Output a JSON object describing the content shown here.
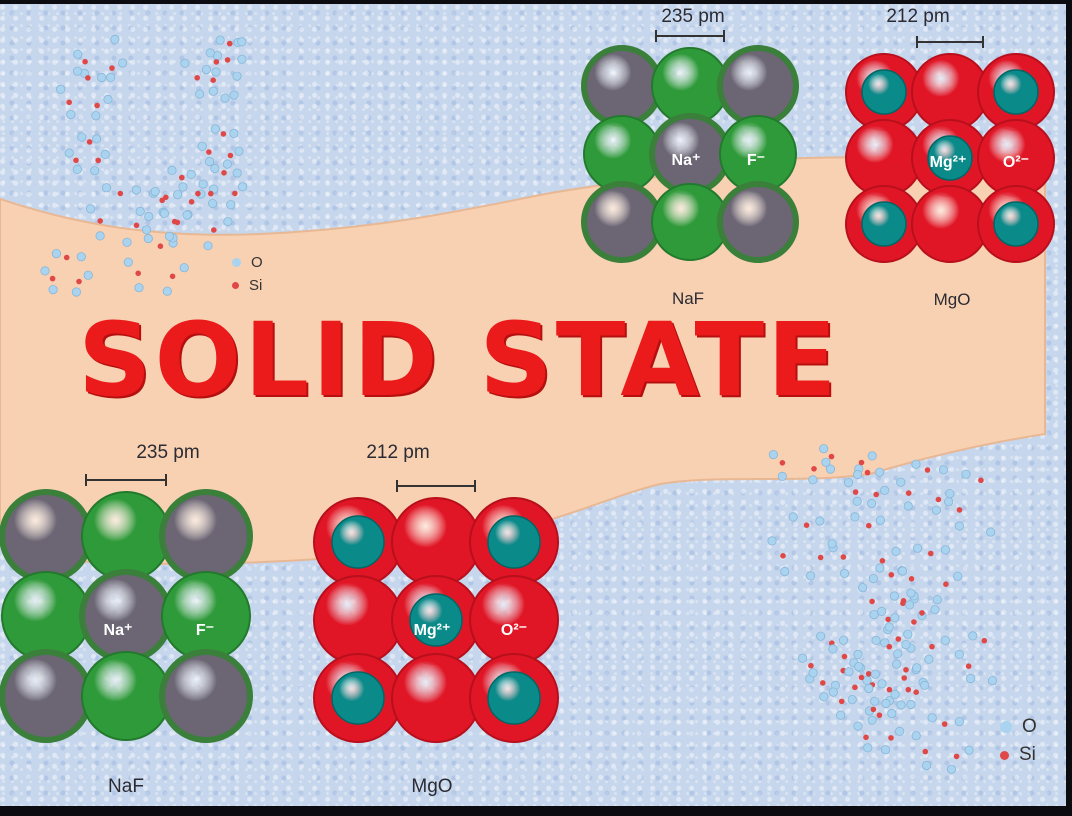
{
  "title": "SOLID STATE",
  "crystals": {
    "naf_top": {
      "spacing": "235 pm",
      "caption": "NaF",
      "ion_a": "Na⁺",
      "ion_b": "F⁻"
    },
    "mgo_top": {
      "spacing": "212 pm",
      "caption": "MgO",
      "ion_a": "Mg²⁺",
      "ion_b": "O²⁻"
    },
    "naf_bottom": {
      "spacing": "235 pm",
      "caption": "NaF",
      "ion_a": "Na⁺",
      "ion_b": "F⁻"
    },
    "mgo_bottom": {
      "spacing": "212 pm",
      "caption": "MgO",
      "ion_a": "Mg²⁺",
      "ion_b": "O²⁻"
    }
  },
  "legend": {
    "o_label": "O",
    "si_label": "Si"
  },
  "colors": {
    "background": "#c6d6ec",
    "band": "#f8d1b2",
    "title": "#ec1b1b",
    "sodium": "#6b6574",
    "fluoride": "#2f9a3a",
    "magnesium": "#0b8a8a",
    "oxide": "#e01626",
    "oxygen_atom": "#a9d3ef",
    "silicon_atom": "#e04848"
  }
}
